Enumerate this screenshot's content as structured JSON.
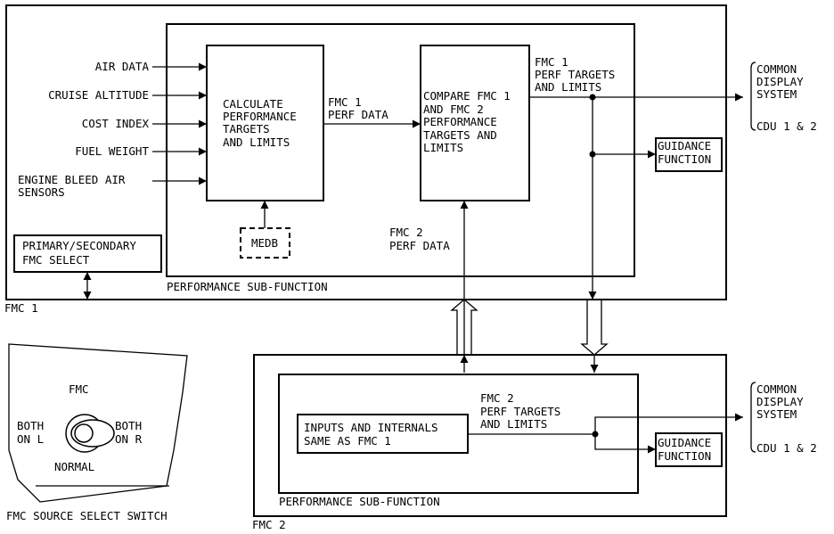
{
  "fmc1": {
    "label": "FMC 1",
    "inputs": [
      "AIR DATA",
      "CRUISE ALTITUDE",
      "COST INDEX",
      "FUEL WEIGHT",
      "ENGINE BLEED AIR",
      "SENSORS"
    ],
    "calc_box": [
      "CALCULATE",
      "PERFORMANCE",
      "TARGETS",
      "AND LIMITS"
    ],
    "compare_box": [
      "COMPARE FMC 1",
      "AND FMC 2",
      "PERFORMANCE",
      "TARGETS AND",
      "LIMITS"
    ],
    "perf_data_label": [
      "FMC 1",
      "PERF DATA"
    ],
    "fmc2_perf_data_label": [
      "FMC 2",
      "PERF DATA"
    ],
    "perf_targets_label": [
      "FMC 1",
      "PERF TARGETS",
      "AND LIMITS"
    ],
    "medb": "MEDB",
    "select_box": [
      "PRIMARY/SECONDARY",
      "FMC SELECT"
    ],
    "sub_function": "PERFORMANCE SUB-FUNCTION",
    "guidance": [
      "GUIDANCE",
      "FUNCTION"
    ],
    "cds": [
      "COMMON",
      "DISPLAY",
      "SYSTEM"
    ],
    "cdu": "CDU 1 & 2"
  },
  "fmc2": {
    "label": "FMC 2",
    "inputs_box": [
      "INPUTS AND INTERNALS",
      "SAME AS FMC 1"
    ],
    "perf_targets_label": [
      "FMC 2",
      "PERF TARGETS",
      "AND LIMITS"
    ],
    "sub_function": "PERFORMANCE SUB-FUNCTION",
    "guidance": [
      "GUIDANCE",
      "FUNCTION"
    ],
    "cds": [
      "COMMON",
      "DISPLAY",
      "SYSTEM"
    ],
    "cdu": "CDU 1 & 2"
  },
  "switch": {
    "title": "FMC",
    "left": [
      "BOTH",
      "ON L"
    ],
    "right": [
      "BOTH",
      "ON R"
    ],
    "bottom": "NORMAL",
    "caption": "FMC SOURCE SELECT SWITCH"
  }
}
